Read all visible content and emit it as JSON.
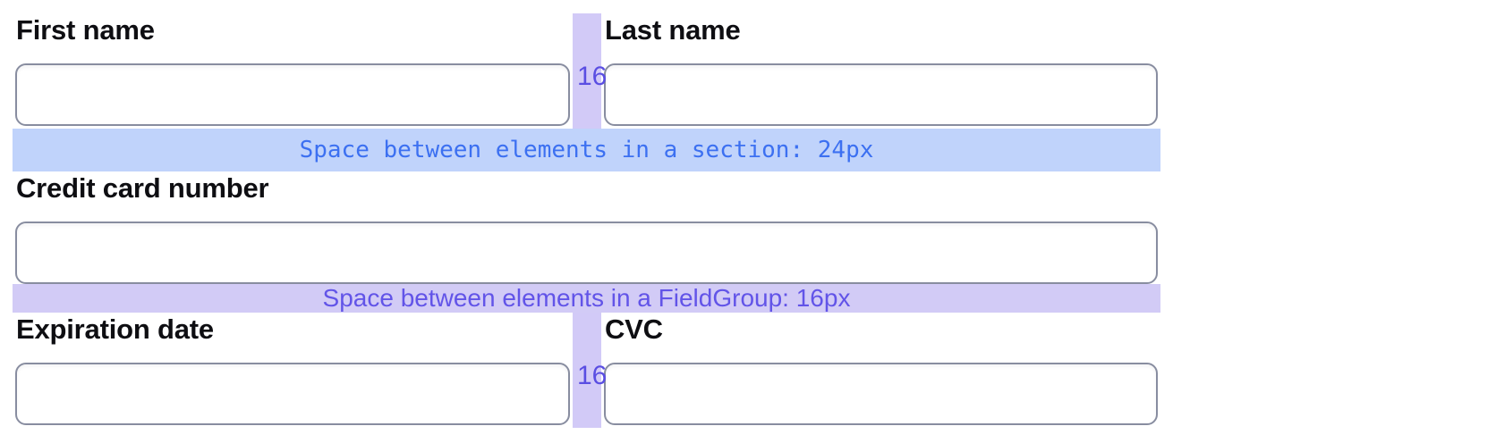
{
  "page": {
    "background": "#ffffff"
  },
  "fields": {
    "first_name": {
      "label": "First name",
      "value": ""
    },
    "last_name": {
      "label": "Last name",
      "value": ""
    },
    "credit_card_number": {
      "label": "Credit card number",
      "value": ""
    },
    "expiration_date": {
      "label": "Expiration date",
      "value": ""
    },
    "cvc": {
      "label": "CVC",
      "value": ""
    }
  },
  "annotations": {
    "section_gap": {
      "text": "Space between elements in a section: 24px",
      "background": "#c0d3fb",
      "text_color": "#3c70f1"
    },
    "fieldgroup_gap": {
      "text": "Space between elements in a FieldGroup: 16px",
      "background": "#d2cbf6",
      "text_color": "#6254e8"
    },
    "column_gap": {
      "label": "16",
      "background": "#d2caf7",
      "text_color": "#5a4ee2"
    }
  },
  "input_style": {
    "border_color": "#888da0",
    "background": "#ffffff"
  }
}
